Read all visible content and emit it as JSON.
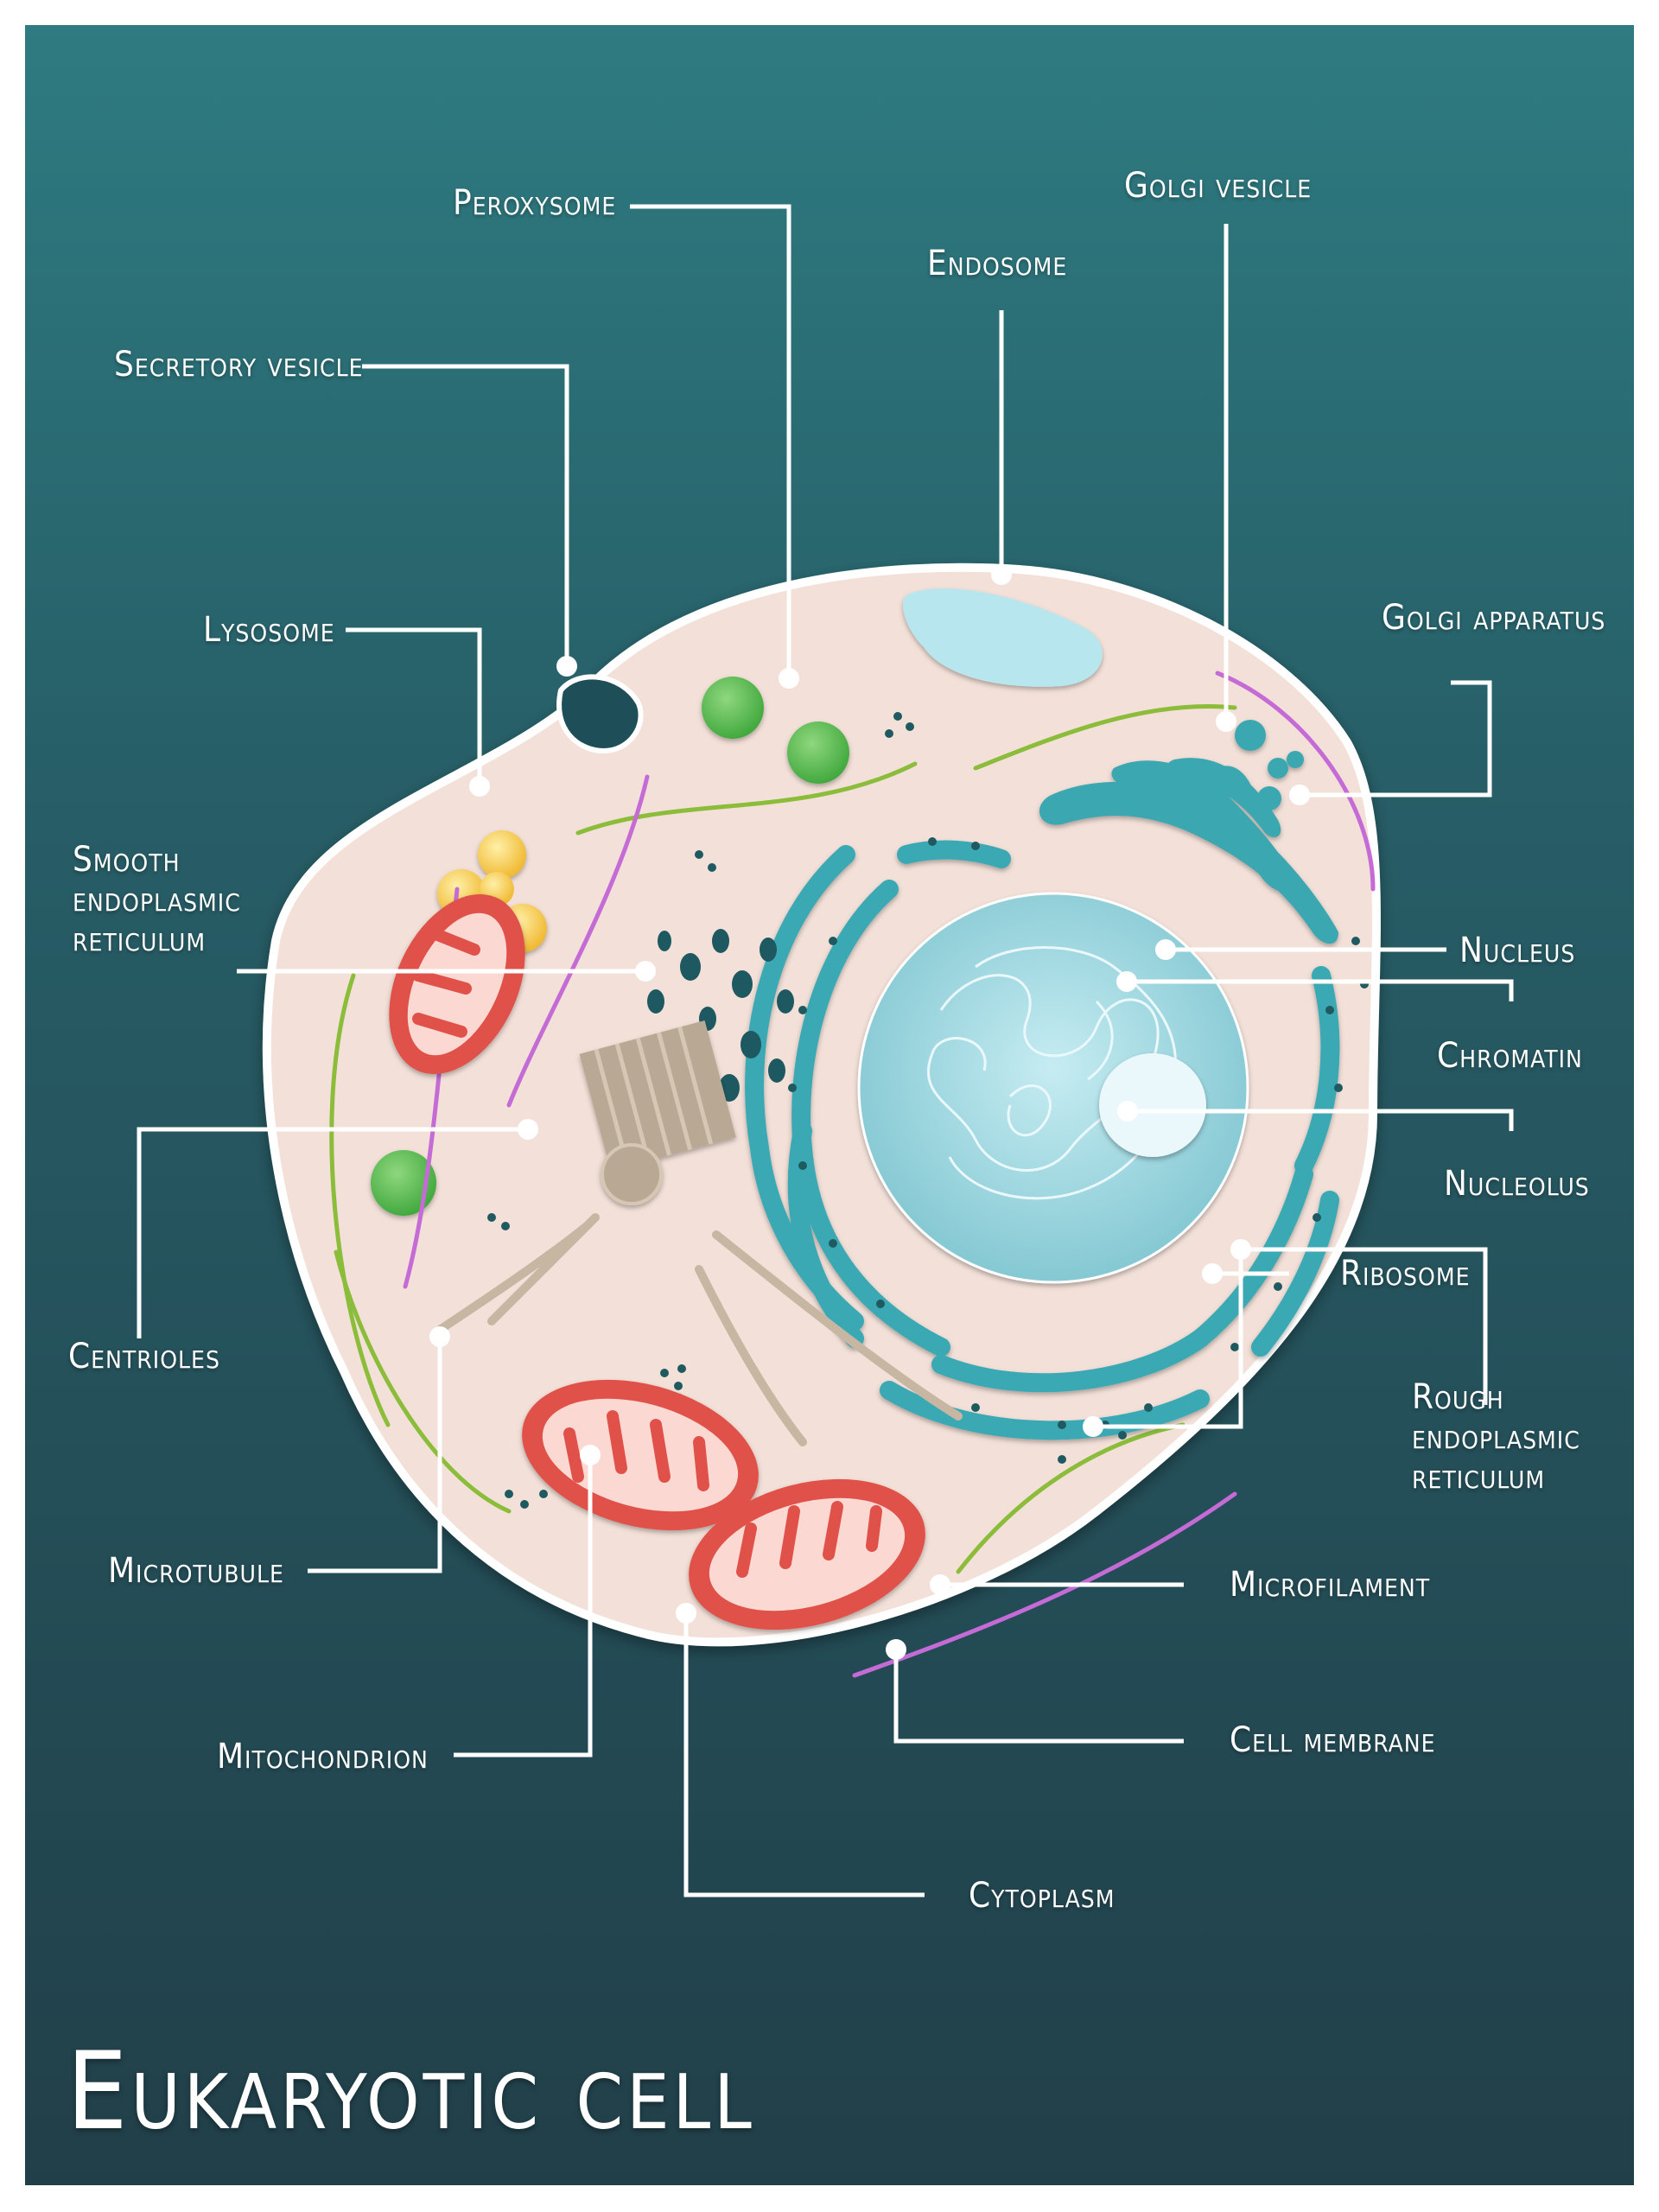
{
  "title": "Eukaryotic cell",
  "labels": {
    "peroxysome": "Peroxysome",
    "golgi_vesicle": "Golgi vesicle",
    "endosome": "Endosome",
    "secretory_vesicle": "Secretory vesicle",
    "lysosome": "Lysosome",
    "golgi_apparatus": "Golgi apparatus",
    "smooth_er": "Smooth\nendoplasmic\nreticulum",
    "nucleus": "Nucleus",
    "chromatin": "Chromatin",
    "nucleolus": "Nucleolus",
    "centrioles": "Centrioles",
    "ribosome": "Ribosome",
    "rough_er": "Rough\nendoplasmic\nreticulum",
    "microtubule": "Microtubule",
    "microfilament": "Microfilament",
    "cell_membrane": "Cell membrane",
    "mitochondrion": "Mitochondrion",
    "cytoplasm": "Cytoplasm"
  },
  "colors": {
    "background_top": "#2e7b81",
    "background_bottom": "#213f49",
    "cytoplasm": "#f3e1d9",
    "membrane": "#ffffff",
    "nucleus": "#8ed0da",
    "rough_er": "#3aa9b4",
    "mitochondrion": "#e0514a",
    "mito_inner": "#fbd9d2",
    "lysosome": "#f4c23c",
    "peroxysome": "#4eb443",
    "endosome": "#b8e6ef",
    "golgi": "#3aa7b1",
    "centriole": "#b9a894",
    "microfilament": "#c46bd6",
    "microtubule": "#8bbd3b",
    "ribosome": "#1f5a60"
  }
}
